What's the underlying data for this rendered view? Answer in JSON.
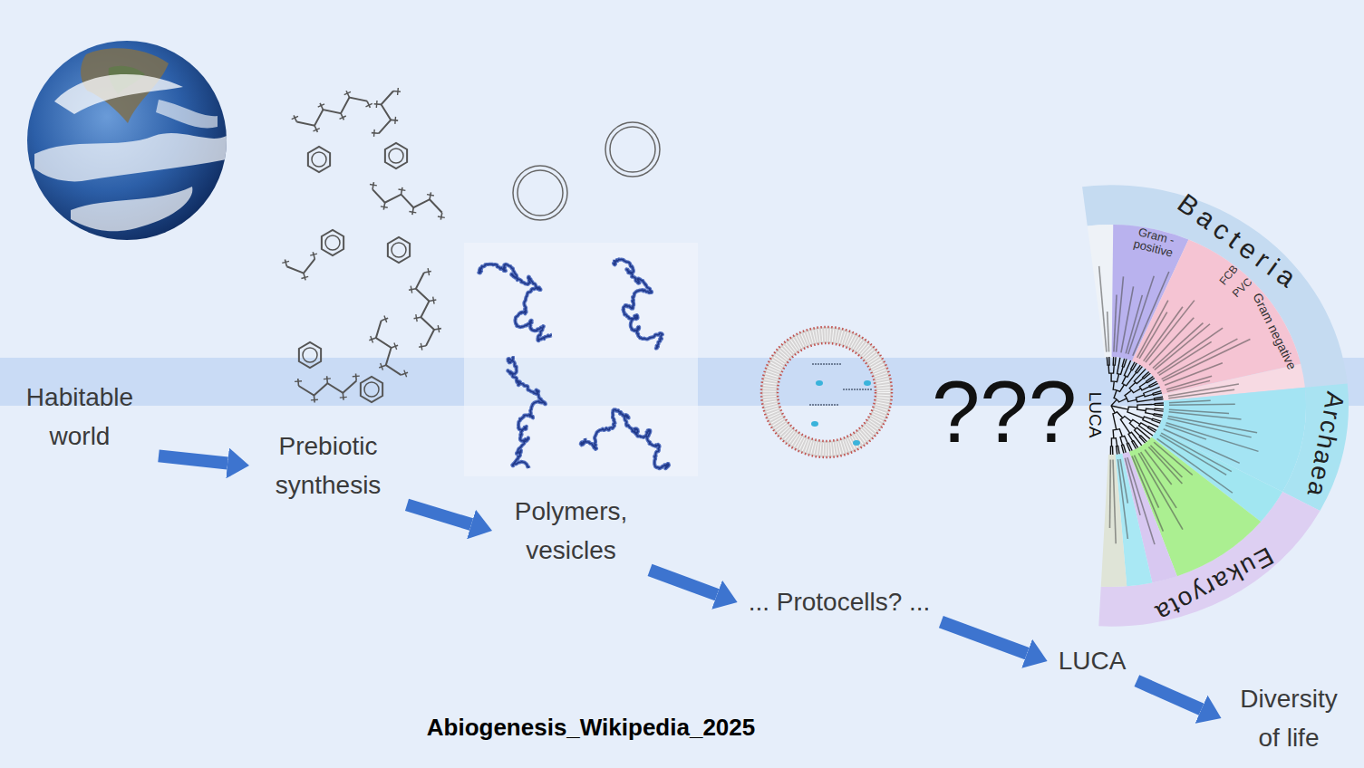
{
  "diagram": {
    "nodes": [
      {
        "text": [
          "Habitable world"
        ]
      },
      {
        "text": [
          "Prebiotic synthesis"
        ]
      },
      {
        "text": [
          "Polymers, vesicles"
        ]
      },
      {
        "text": [
          "... Protocells? ..."
        ]
      },
      {
        "text": [
          "LUCA"
        ]
      },
      {
        "text": [
          "Diversity of life"
        ]
      }
    ],
    "edges": [
      {
        "from": 0,
        "to": 1,
        "arrow": "to"
      },
      {
        "from": 1,
        "to": 2,
        "arrow": "to"
      },
      {
        "from": 2,
        "to": 3,
        "arrow": "to"
      },
      {
        "from": 3,
        "to": 4,
        "arrow": "to"
      },
      {
        "from": 4,
        "to": 5,
        "arrow": "to"
      }
    ],
    "labels": [
      "???",
      "Bacteria",
      "Gram -positive",
      "FCB",
      "PVC",
      "Gram negative",
      "Archaea",
      "Eukaryota",
      "LUCA",
      "Abiogenesis_Wikipedia_2025"
    ]
  }
}
